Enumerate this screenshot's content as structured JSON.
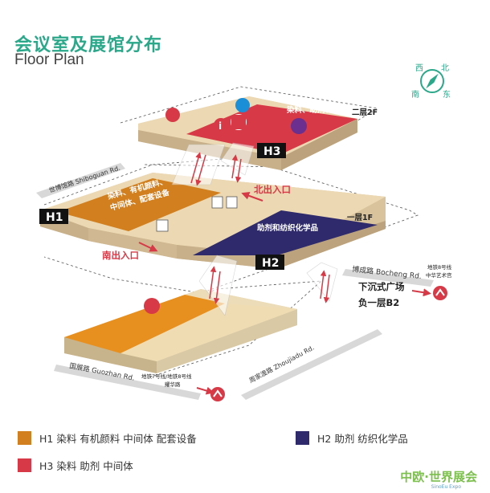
{
  "title": {
    "cn": "会议室及展馆分布",
    "en": "Floor Plan"
  },
  "compass": {
    "north": "北",
    "south": "南",
    "east": "东",
    "west": "西"
  },
  "floors": {
    "upper": "二层2F",
    "ground": "一层1F",
    "underground": "负一层B2",
    "plaza": "下沉式广场"
  },
  "halls": {
    "h1": {
      "label": "H1",
      "desc": [
        "染料、有机颜料、",
        "中间体、配套设备"
      ],
      "color": "#d27f1f"
    },
    "h2": {
      "label": "H2",
      "desc": "助剂和纺织化学品",
      "color": "#2e2a6b"
    },
    "h3": {
      "label": "H3",
      "desc": "染料、助剂、中间体",
      "color": "#d73a46"
    }
  },
  "entrances": {
    "north": "北出入口",
    "south": "南出入口"
  },
  "roads": {
    "shiboguan": "世博馆路 Shiboguan Rd.",
    "bocheng": "博成路 Bocheng Rd.",
    "zhoujiadu": "周家渡路 Zhoujiadu Rd.",
    "guozhan": "国展路 Guozhan Rd."
  },
  "metro": {
    "east": [
      "地铁8号线",
      "中华艺术宫"
    ],
    "south": [
      "地铁7号线/地铁8号线",
      "耀华路"
    ]
  },
  "legend": [
    {
      "text": "H1 染料 有机颜料 中间体 配套设备",
      "color": "#d27f1f"
    },
    {
      "text": "H2 助剂 纺织化学品",
      "color": "#2e2a6b"
    },
    {
      "text": "H3 染料 助剂 中间体",
      "color": "#d73a46"
    }
  ],
  "brand": {
    "name": "中欧·世界展会",
    "sub": "SinoEu Expo"
  }
}
